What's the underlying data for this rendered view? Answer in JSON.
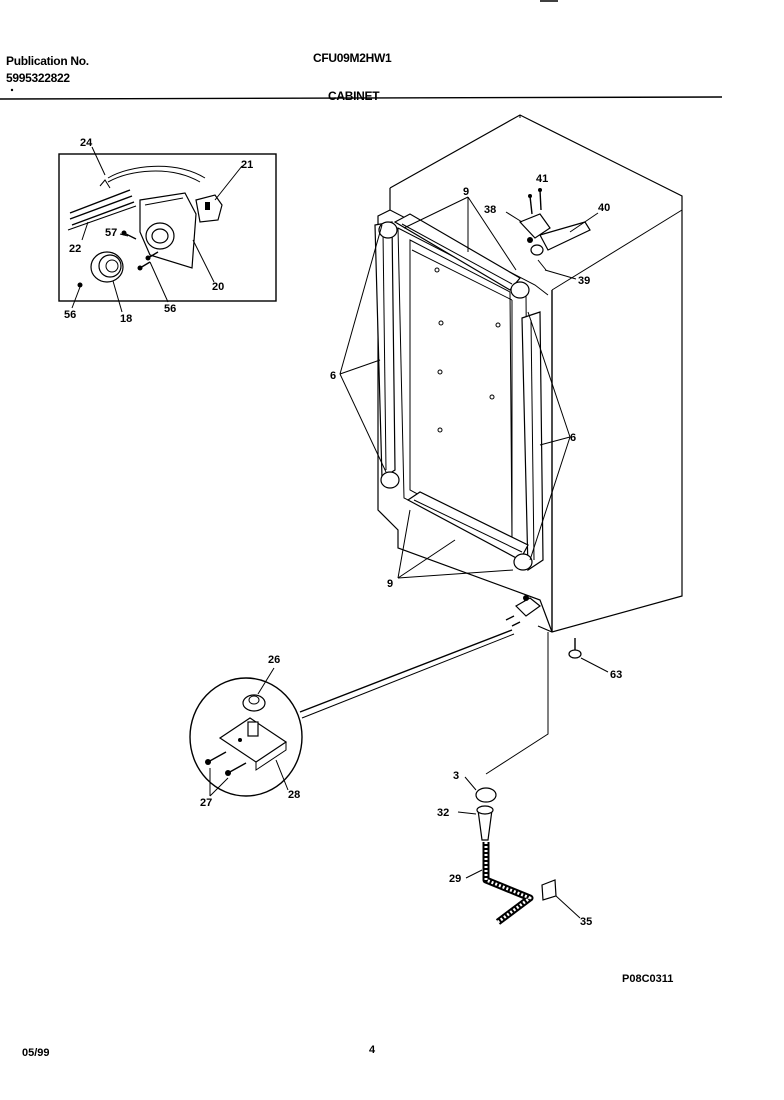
{
  "header": {
    "publication_label": "Publication No.",
    "publication_number": "5995322822",
    "model": "CFU09M2HW1",
    "section": "CABINET"
  },
  "footer": {
    "date": "05/99",
    "page_number": "4",
    "diagram_code": "P08C0311"
  },
  "callouts": {
    "c24": "24",
    "c21": "21",
    "c22": "22",
    "c57": "57",
    "c20": "20",
    "c56a": "56",
    "c18": "18",
    "c56b": "56",
    "c9a": "9",
    "c41": "41",
    "c38": "38",
    "c40": "40",
    "c39": "39",
    "c6a": "6",
    "c6b": "6",
    "c9b": "9",
    "c26": "26",
    "c27": "27",
    "c28": "28",
    "c63": "63",
    "c3": "3",
    "c32": "32",
    "c29": "29",
    "c35": "35"
  }
}
